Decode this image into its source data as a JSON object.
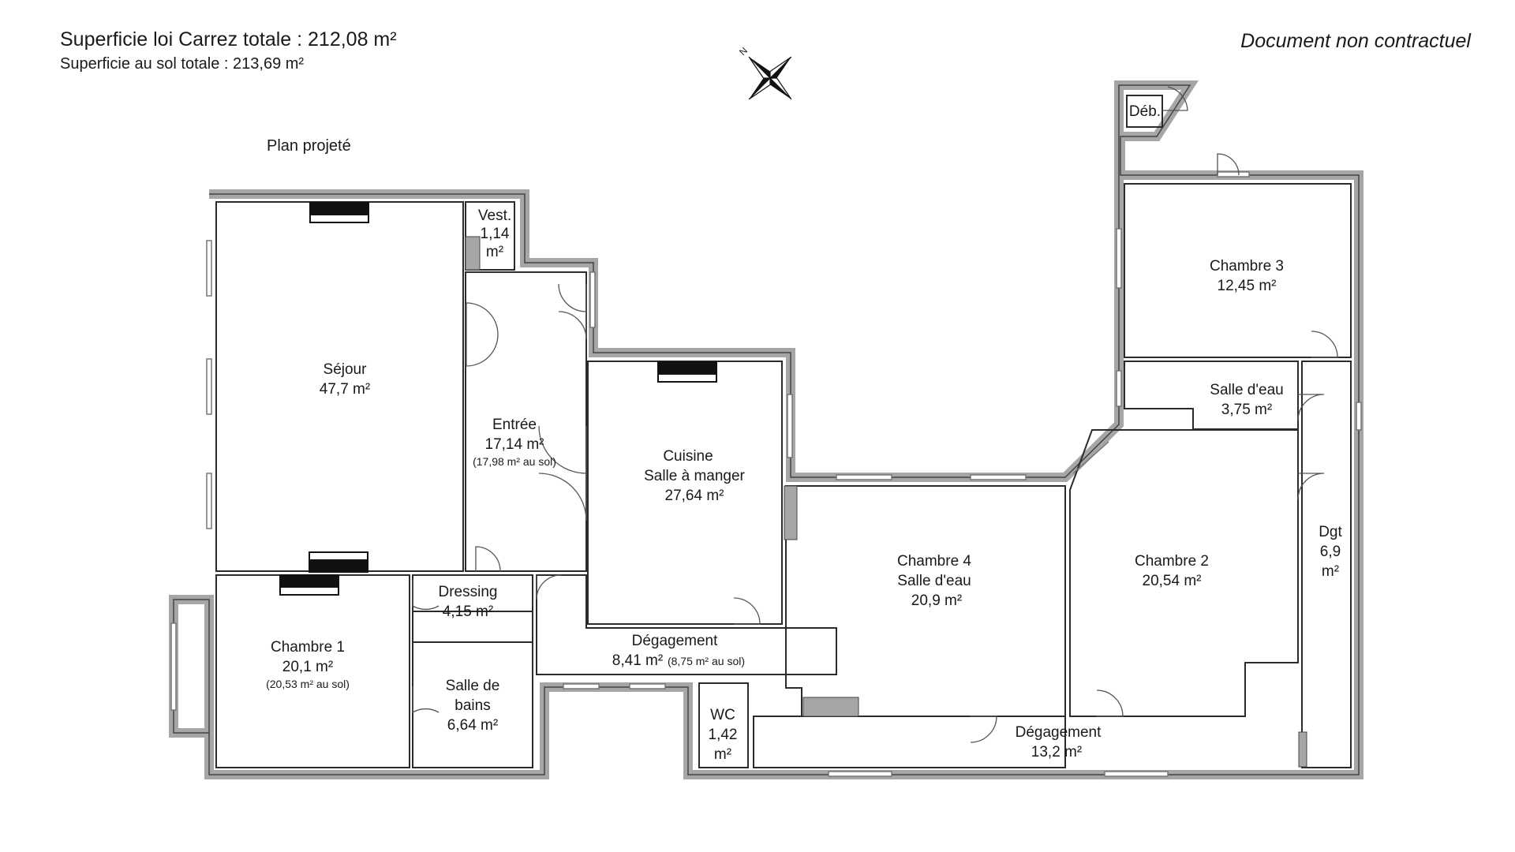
{
  "header": {
    "carrez": "Superficie loi Carrez totale :  212,08 m²",
    "ground": "Superficie au sol totale :  213,69 m²",
    "disclaimer": "Document non contractuel",
    "plan": "Plan projeté"
  },
  "compass": {
    "north": "N"
  },
  "rooms": {
    "sejour": {
      "name": "Séjour",
      "area": "47,7 m²"
    },
    "vestiaire": {
      "name": "Vest.",
      "area1": "1,14",
      "area2": "m²"
    },
    "entree": {
      "name": "Entrée",
      "area": "17,14 m²",
      "ground": "(17,98 m² au sol)"
    },
    "cuisine": {
      "name": "Cuisine",
      "name2": "Salle à manger",
      "area": "27,64 m²"
    },
    "chambre1": {
      "name": "Chambre 1",
      "area": "20,1 m²",
      "ground": "(20,53 m² au sol)"
    },
    "dressing": {
      "name": "Dressing",
      "area": "4,15 m²"
    },
    "sdb": {
      "name": "Salle de",
      "name2": "bains",
      "area": "6,64 m²"
    },
    "degagement1": {
      "name": "Dégagement",
      "area": "8,41 m²",
      "ground": "(8,75 m² au sol)"
    },
    "wc": {
      "name": "WC",
      "area1": "1,42",
      "area2": "m²"
    },
    "chambre4": {
      "name": "Chambre 4",
      "name2": "Salle d'eau",
      "area": "20,9 m²"
    },
    "degagement2": {
      "name": "Dégagement",
      "area": "13,2 m²"
    },
    "chambre2": {
      "name": "Chambre 2",
      "area": "20,54 m²"
    },
    "dgt": {
      "name": "Dgt",
      "area1": "6,9",
      "area2": "m²"
    },
    "sde": {
      "name": "Salle d'eau",
      "area": "3,75 m²"
    },
    "chambre3": {
      "name": "Chambre 3",
      "area": "12,45 m²"
    },
    "debarras": {
      "name": "Déb."
    }
  }
}
